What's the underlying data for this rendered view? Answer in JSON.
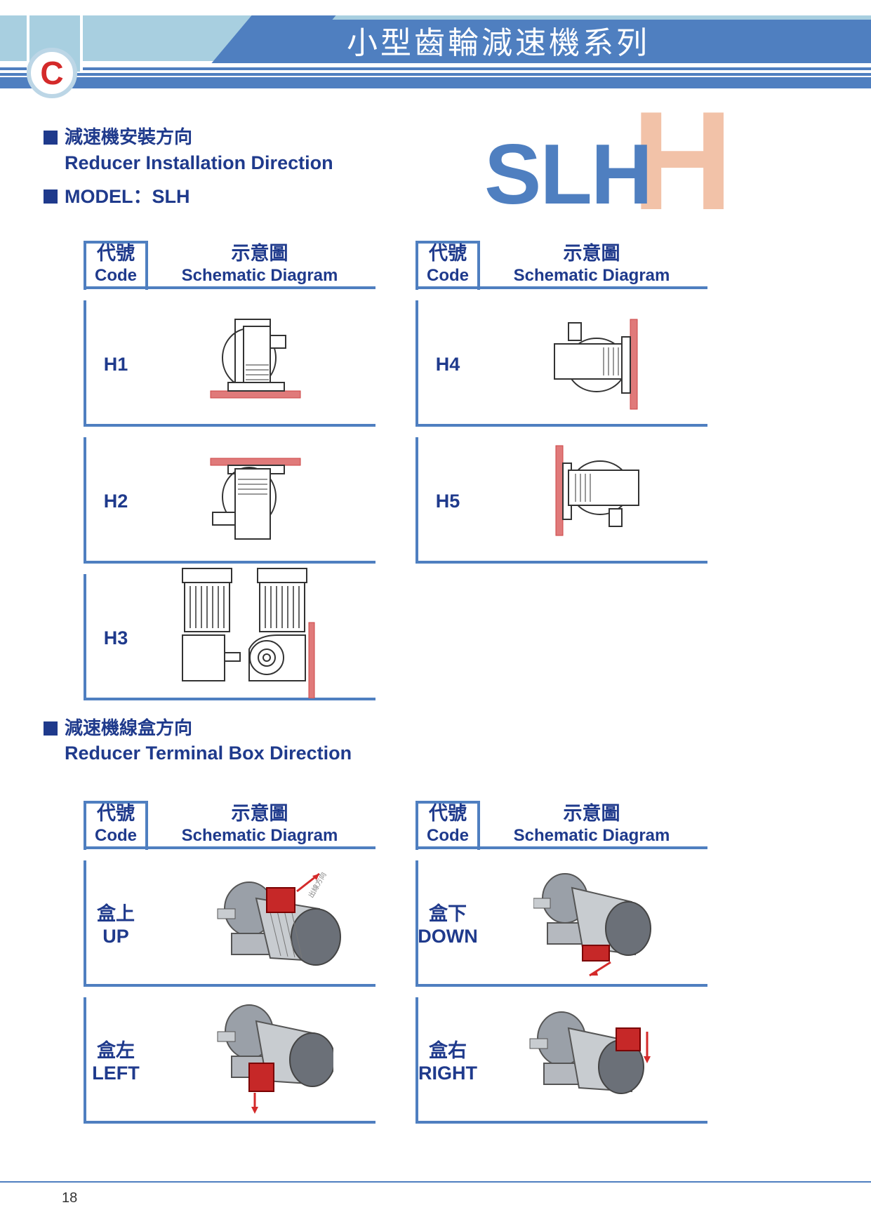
{
  "header": {
    "badge_letter": "C",
    "title": "小型齒輪減速機系列"
  },
  "logo": {
    "text_main": "SLH",
    "text_bg": "H"
  },
  "section1": {
    "title_zh": "減速機安裝方向",
    "title_en": "Reducer Installation Direction",
    "model_label": "MODEL：SLH"
  },
  "section2": {
    "title_zh": "減速機線盒方向",
    "title_en": "Reducer Terminal Box Direction"
  },
  "table_header": {
    "code_zh": "代號",
    "code_en": "Code",
    "diagram_zh": "示意圖",
    "diagram_en": "Schematic Diagram"
  },
  "installation": {
    "left": [
      "H1",
      "H2",
      "H3"
    ],
    "right": [
      "H4",
      "H5"
    ]
  },
  "terminal_box": {
    "up": {
      "zh": "盒上",
      "en": "UP"
    },
    "down": {
      "zh": "盒下",
      "en": "DOWN"
    },
    "left": {
      "zh": "盒左",
      "en": "LEFT"
    },
    "right": {
      "zh": "盒右",
      "en": "RIGHT"
    },
    "arrow_label": "出線方向"
  },
  "colors": {
    "blue": "#4f7fc0",
    "light_blue": "#a8cfe0",
    "navy": "#1f3a8c",
    "red": "#d42a2a",
    "peach": "#f2c2a8"
  },
  "footer": {
    "page_number": "18"
  }
}
